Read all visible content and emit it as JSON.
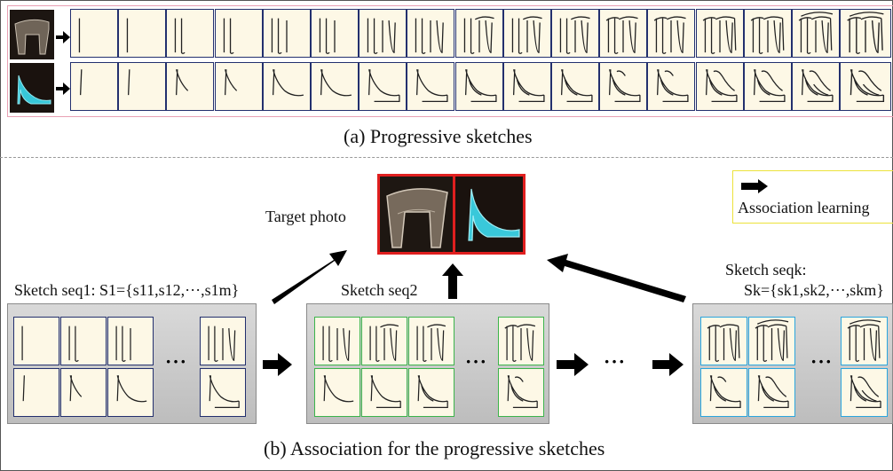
{
  "captions": {
    "a": "(a) Progressive sketches",
    "b": "(b) Association for the progressive sketches"
  },
  "labels": {
    "target_photo": "Target photo",
    "seq1": "Sketch seq1: S1={s11,s12,···,s1m}",
    "seq2": "Sketch seq2",
    "seqk_line1": "Sketch seqk:",
    "seqk_line2": "Sk={sk1,sk2,···,skm}",
    "legend": "Association learning",
    "ellipsis": "···"
  },
  "colors": {
    "seq1_border": "#23306e",
    "seq2_border": "#3cb44b",
    "seqk_border": "#2ba6de",
    "target_border": "#e01f1f",
    "legend_border": "#ece23a",
    "sketch_bg": "#fdf8e6"
  }
}
